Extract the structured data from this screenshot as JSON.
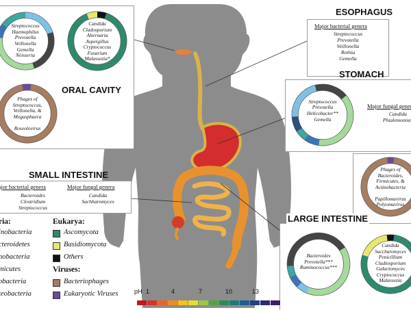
{
  "colors": {
    "actinobacteria": "#3fa6a0",
    "bacteroidetes": "#7fc1e6",
    "cyanobacteria": "#2c4f7c",
    "firmicutes": "#a6d99c",
    "fusobacteria": "#444444",
    "proteobacteria": "#3c74b8",
    "ascomycota": "#2e8a6e",
    "basidiomycota": "#e8e870",
    "others": "#111111",
    "bacteriophages": "#a67d60",
    "eukaryotic_viruses": "#6a4b9a"
  },
  "regions": {
    "oral": {
      "title": "ORAL CAVITY",
      "bacteria_genera": [
        "Streptococcus",
        "Haemophilus",
        "Prevotella",
        "Veillonella",
        "Gemella",
        "Neisseria"
      ],
      "fungi_genera": [
        "Candida",
        "Cladosporium",
        "Alternaria",
        "Aspergillus",
        "Cryptococcus",
        "Fusarium",
        "Malassezia*"
      ],
      "virus_genera": [
        "Phages of",
        "Streptococcus,",
        "Veillonella, &",
        "Megasphaera",
        "",
        "Roseolovirus"
      ]
    },
    "esophagus": {
      "title": "ESOPHAGUS",
      "header": "Major bacterial genera",
      "genera": [
        "Streptococcus",
        "Prevotella",
        "Veillonella",
        "Rothia",
        "Gemella"
      ]
    },
    "stomach": {
      "title": "STOMACH",
      "bacteria_genera": [
        "Streptococcus",
        "Prevotella",
        "Helicobacter**",
        "Gemella"
      ],
      "fungal_header": "Major fungal genera",
      "fungi_genera": [
        "Candida",
        "Phialemonium"
      ]
    },
    "small_intestine": {
      "title": "SMALL INTESTINE",
      "bacterial_header": "Major bacterial genera",
      "bacteria_genera": [
        "Bacteroides",
        "Clostridium",
        "Streptococcus"
      ],
      "fungal_header": "Major fungal genera",
      "fungi_genera": [
        "Candida",
        "Sachharomyces"
      ]
    },
    "large_intestine": {
      "title": "LARGE INTESTINE",
      "bacteria_genera": [
        "Bacteroides",
        "Prevotella***",
        "Ruminococcus***"
      ],
      "fungi_genera": [
        "Candida",
        "Saccharomyces",
        "Penicillium",
        "Cladiosporium",
        "Galactomyces",
        "Cryptococcus",
        "Malassezia"
      ],
      "virus_genera": [
        "Phages of",
        "Bacteroides,",
        "Firmicutes, &",
        "Actinobacteria",
        "",
        "Papillomavirus",
        "Polyomavirus"
      ]
    }
  },
  "legend": {
    "bacteria_title": "ria:",
    "bacteria": [
      "inobacteria",
      "cteroidetes",
      "nobacteria",
      "micutes",
      "obacteria",
      "teobacteria"
    ],
    "eukarya_title": "Eukarya:",
    "eukarya": [
      "Ascomycota",
      "Basidiomycota",
      "Others"
    ],
    "viruses_title": "Viruses:",
    "viruses": [
      "Bacteriophages",
      "Eukaryotic Viruses"
    ]
  },
  "ph_scale": {
    "label": "pH",
    "ticks": [
      "1",
      "4",
      "7",
      "10",
      "13"
    ],
    "colors": [
      "#c0161d",
      "#d8331f",
      "#e8632a",
      "#f08c24",
      "#f6c21b",
      "#e9de25",
      "#9cc83a",
      "#4aa843",
      "#2b8a57",
      "#1e7a78",
      "#1d5e8b",
      "#243f82",
      "#2a2a72",
      "#3b1f66"
    ]
  }
}
